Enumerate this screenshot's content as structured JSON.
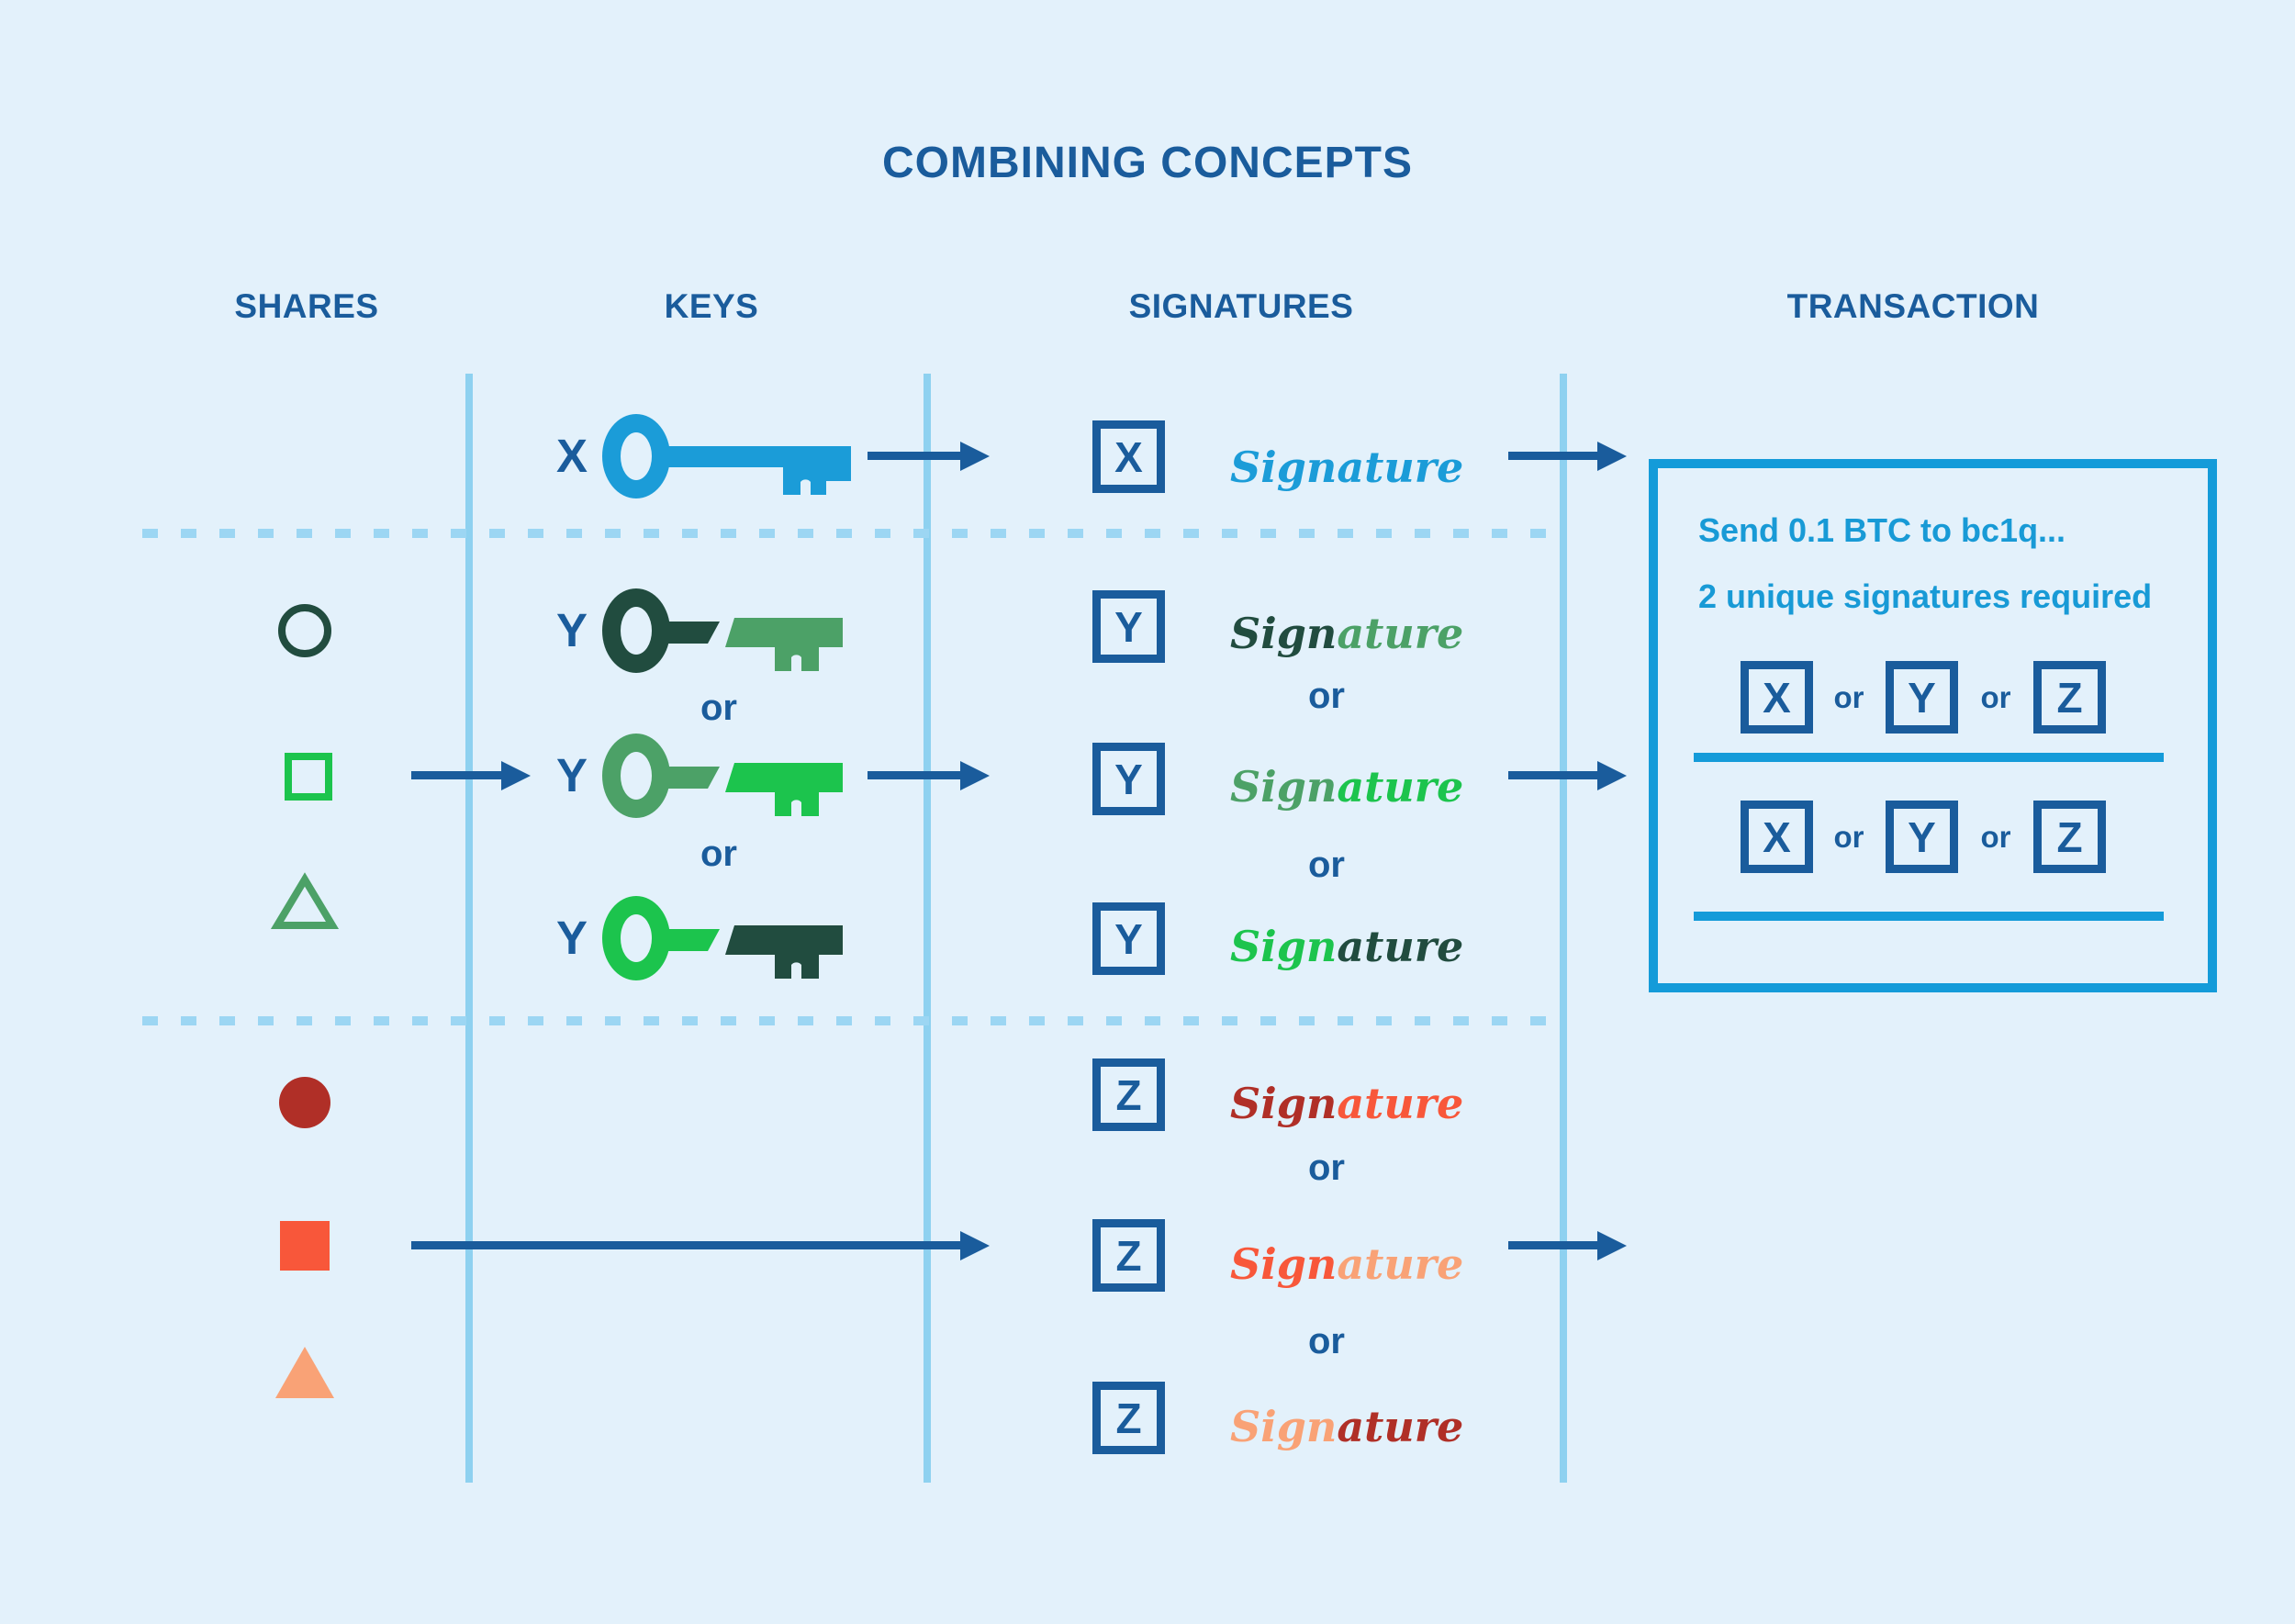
{
  "title": "COMBINING CONCEPTS",
  "columns": [
    "SHARES",
    "KEYS",
    "SIGNATURES",
    "TRANSACTION"
  ],
  "or_label": "or",
  "colors": {
    "background": "#E3F1FB",
    "navy": "#1A5C9C",
    "bright_blue": "#189AD6",
    "panel_border": "#149BD9",
    "line_blue": "#8ED1F0",
    "dash_blue": "#9CD6F3",
    "green_dark": "#214C3F",
    "green_mid": "#4CA167",
    "green_bright": "#1CC44D",
    "red_dark": "#B02F27",
    "red_orange": "#F8573A",
    "salmon": "#F9A276"
  },
  "shares": [
    {
      "shape": "circle",
      "style": "outline",
      "color": "#214C3F",
      "group": "green"
    },
    {
      "shape": "square",
      "style": "outline",
      "color": "#1CC44D",
      "group": "green"
    },
    {
      "shape": "triangle",
      "style": "outline",
      "color": "#4CA167",
      "group": "green"
    },
    {
      "shape": "circle",
      "style": "solid",
      "color": "#B02F27",
      "group": "red"
    },
    {
      "shape": "square",
      "style": "solid",
      "color": "#F8573A",
      "group": "red"
    },
    {
      "shape": "triangle",
      "style": "solid",
      "color": "#F9A276",
      "group": "red"
    }
  ],
  "keys": [
    {
      "label": "X",
      "head_color": "#1B9CD8",
      "blade_color": "#1B9CD8",
      "split": false
    },
    {
      "label": "Y",
      "head_color": "#214C3F",
      "blade_color": "#4CA167",
      "split": true
    },
    {
      "label": "Y",
      "head_color": "#4CA167",
      "blade_color": "#1CC44D",
      "split": true
    },
    {
      "label": "Y",
      "head_color": "#1CC44D",
      "blade_color": "#214C3F",
      "split": true
    }
  ],
  "signatures": [
    {
      "badge": "X",
      "part1": "Sign",
      "part2": "ature",
      "part1_color": "#1B9CD8",
      "part2_color": "#1B9CD8"
    },
    {
      "badge": "Y",
      "part1": "Sign",
      "part2": "ature",
      "part1_color": "#214C3F",
      "part2_color": "#4CA167"
    },
    {
      "badge": "Y",
      "part1": "Sign",
      "part2": "ature",
      "part1_color": "#4CA167",
      "part2_color": "#1CC44D"
    },
    {
      "badge": "Y",
      "part1": "Sign",
      "part2": "ature",
      "part1_color": "#1CC44D",
      "part2_color": "#214C3F"
    },
    {
      "badge": "Z",
      "part1": "Sign",
      "part2": "ature",
      "part1_color": "#B02F27",
      "part2_color": "#F8573A"
    },
    {
      "badge": "Z",
      "part1": "Sign",
      "part2": "ature",
      "part1_color": "#F8573A",
      "part2_color": "#F9A276"
    },
    {
      "badge": "Z",
      "part1": "Sign",
      "part2": "ature",
      "part1_color": "#F9A276",
      "part2_color": "#B02F27"
    }
  ],
  "transaction": {
    "line1": "Send 0.1 BTC to bc1q...",
    "line2": "2 unique signatures required",
    "or_label": "or",
    "rows": [
      {
        "options": [
          "X",
          "Y",
          "Z"
        ]
      },
      {
        "options": [
          "X",
          "Y",
          "Z"
        ]
      }
    ]
  }
}
